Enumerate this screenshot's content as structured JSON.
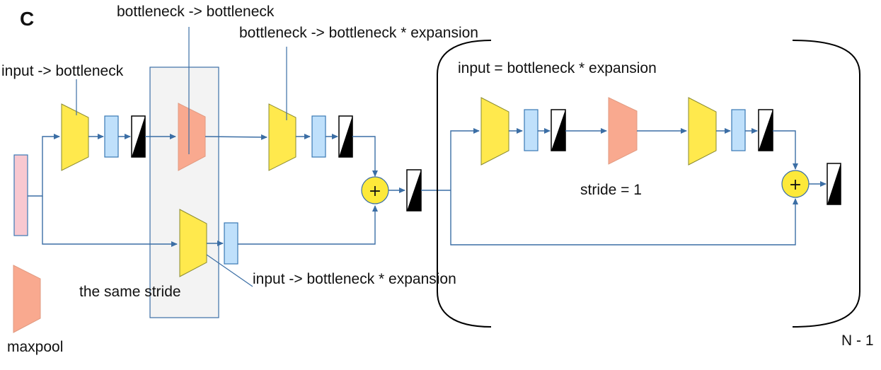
{
  "panel_label": "C",
  "labels": {
    "bottleneck_to_bottleneck": "bottleneck -> bottleneck",
    "bottleneck_to_expansion": "bottleneck -> bottleneck * expansion",
    "input_to_bottleneck": "input -> bottleneck",
    "input_eq_expansion": "input = bottleneck * expansion",
    "stride_eq_1": "stride = 1",
    "input_to_expansion": "input -> bottleneck * expansion",
    "same_stride": "the same stride",
    "maxpool": "maxpool",
    "repeat_count": "N - 1"
  },
  "add_symbol": "+",
  "colors": {
    "conv": "#ffe94d",
    "maxpool": "#f9a98f",
    "batchnorm": "#bfe0fb",
    "input": "#f8c8d0",
    "connector": "#3b6ea5",
    "add": "#fde93a"
  }
}
